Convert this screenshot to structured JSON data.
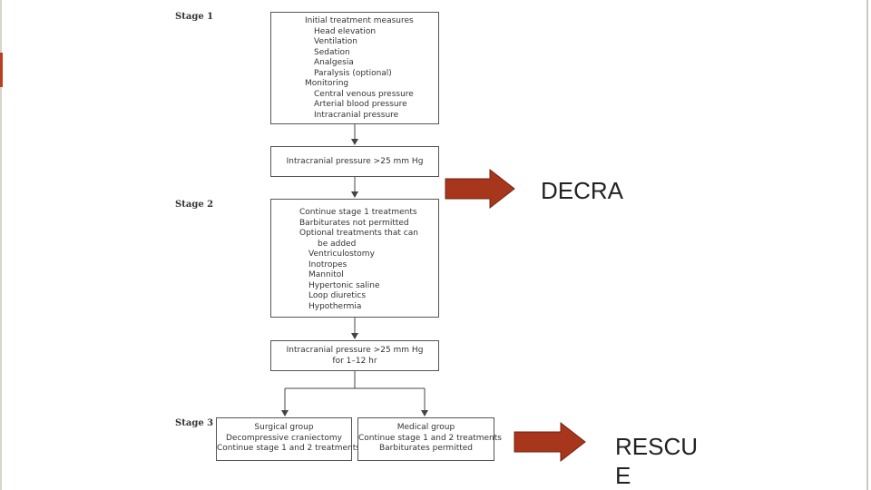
{
  "stages": {
    "stage1": "Stage 1",
    "stage2": "Stage 2",
    "stage3": "Stage 3"
  },
  "box1": {
    "lines": [
      {
        "text": "Initial treatment measures",
        "indent": 0
      },
      {
        "text": "Head elevation",
        "indent": 1
      },
      {
        "text": "Ventilation",
        "indent": 1
      },
      {
        "text": "Sedation",
        "indent": 1
      },
      {
        "text": "Analgesia",
        "indent": 1
      },
      {
        "text": "Paralysis (optional)",
        "indent": 1
      },
      {
        "text": "Monitoring",
        "indent": 0
      },
      {
        "text": "Central venous pressure",
        "indent": 1
      },
      {
        "text": "Arterial blood pressure",
        "indent": 1
      },
      {
        "text": "Intracranial pressure",
        "indent": 1
      }
    ]
  },
  "box2": {
    "text": "Intracranial pressure >25 mm Hg"
  },
  "box3": {
    "lines": [
      {
        "text": "Continue stage 1 treatments",
        "indent": 0
      },
      {
        "text": "Barbiturates not permitted",
        "indent": 0
      },
      {
        "text": "Optional treatments that can",
        "indent": 0
      },
      {
        "text": "be added",
        "indent": 2
      },
      {
        "text": "Ventriculostomy",
        "indent": 1
      },
      {
        "text": "Inotropes",
        "indent": 1
      },
      {
        "text": "Mannitol",
        "indent": 1
      },
      {
        "text": "Hypertonic saline",
        "indent": 1
      },
      {
        "text": "Loop diuretics",
        "indent": 1
      },
      {
        "text": "Hypothermia",
        "indent": 1
      }
    ]
  },
  "box4": {
    "lines": [
      "Intracranial pressure >25 mm Hg",
      "for 1–12 hr"
    ]
  },
  "surgical": {
    "lines": [
      "Surgical group",
      "Decompressive craniectomy",
      "Continue stage 1 and 2 treatments"
    ]
  },
  "medical": {
    "lines": [
      "Medical group",
      "Continue stage 1 and 2 treatments",
      "Barbiturates permitted"
    ]
  },
  "callouts": {
    "decra": "DECRA",
    "rescue_line1": "RESCU",
    "rescue_line2": "E"
  },
  "colors": {
    "arrow_fill": "#a8361c",
    "arrow_stroke": "#6e2412",
    "box_border": "#555555"
  }
}
